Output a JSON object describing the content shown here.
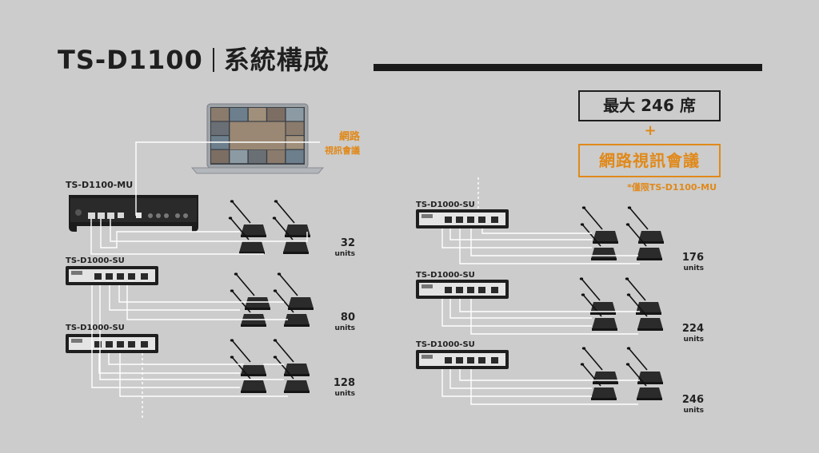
{
  "title": {
    "model": "TS-D1100",
    "subtitle": "系統構成"
  },
  "highlight": {
    "max_seats": "最大 246 席",
    "plus": "+",
    "video_conf": "網路視訊會議",
    "note": "*僅限TS-D1100-MU"
  },
  "laptop": {
    "label_line1": "網路",
    "label_line2": "視訊會議"
  },
  "devices": {
    "mu": "TS-D1100-MU",
    "su": "TS-D1000-SU"
  },
  "units_word": "units",
  "left_counts": [
    "32",
    "80",
    "128"
  ],
  "right_counts": [
    "176",
    "224",
    "246"
  ],
  "colors": {
    "accent": "#e0891a",
    "text": "#1f1f1f",
    "background": "#cccccc"
  }
}
